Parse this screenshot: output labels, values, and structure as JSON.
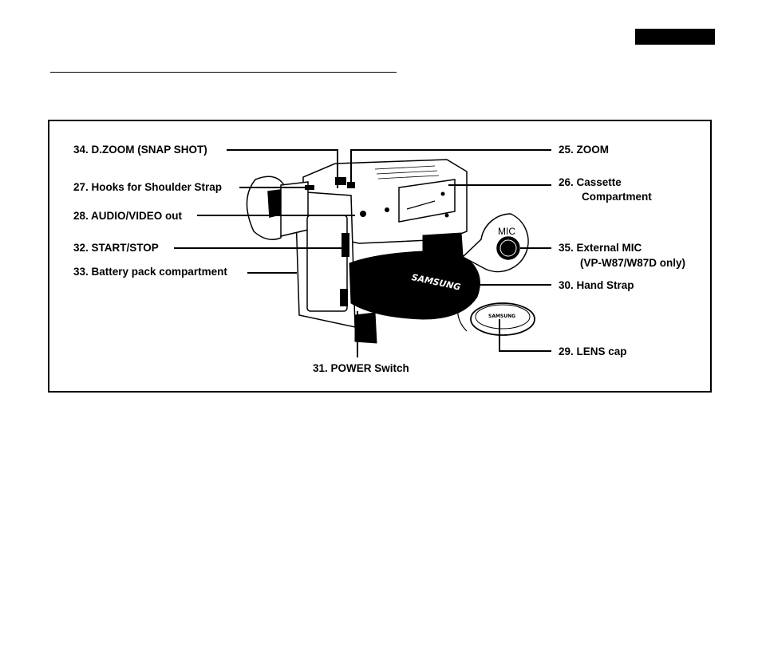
{
  "labels": {
    "dzoom": "34. D.ZOOM (SNAP SHOT)",
    "hooks": "27.  Hooks for Shoulder Strap",
    "audio_video": "28. AUDIO/VIDEO out",
    "start_stop": "32. START/STOP",
    "battery": "33. Battery pack compartment",
    "power": "31. POWER Switch",
    "zoom": "25. ZOOM",
    "cassette_line1": "26.  Cassette",
    "cassette_line2": "Compartment",
    "ext_mic_line1": "35. External MIC",
    "ext_mic_line2": "(VP-W87/W87D only)",
    "hand_strap": "30. Hand Strap",
    "lens_cap": "29. LENS cap"
  },
  "callout": {
    "mic": "MIC"
  },
  "logos": {
    "strap_brand": "SAMSUNG",
    "cap_brand": "SAMSUNG"
  }
}
